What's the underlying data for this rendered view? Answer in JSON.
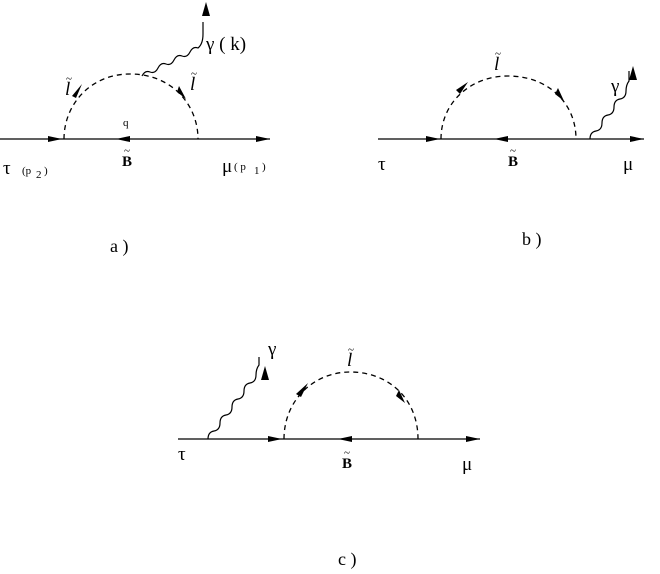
{
  "diagrams": {
    "a": {
      "caption": "a )",
      "incoming": "τ",
      "incoming_momentum": "(p",
      "incoming_momentum_sub": "2",
      "incoming_momentum_close": ")",
      "outgoing": "μ",
      "outgoing_momentum": "( p",
      "outgoing_momentum_sub": "1",
      "outgoing_momentum_close": ")",
      "photon": "γ ( k)",
      "slepton_left": "l",
      "slepton_right": "l",
      "loop_momentum": "q",
      "bino": "B"
    },
    "b": {
      "caption": "b )",
      "incoming": "τ",
      "outgoing": "μ",
      "photon": "γ",
      "slepton": "l",
      "bino": "B"
    },
    "c": {
      "caption": "c )",
      "incoming": "τ",
      "outgoing": "μ",
      "photon": "γ",
      "slepton": "l",
      "bino": "B"
    }
  },
  "tilde_mark": "~"
}
